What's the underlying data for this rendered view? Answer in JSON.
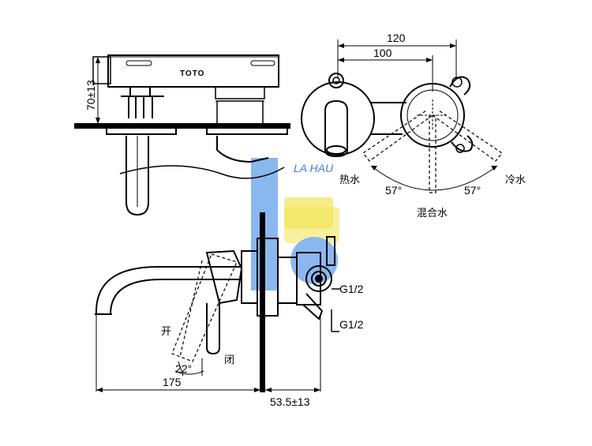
{
  "top_view": {
    "brand": "TOTO",
    "height_dim": "70±13"
  },
  "right_view": {
    "width_outer": "120",
    "width_inner": "100",
    "hot_label": "热水",
    "cold_label": "冷水",
    "mix_label": "混合水",
    "angle_left": "57°",
    "angle_right": "57°"
  },
  "side_view": {
    "open_label": "开",
    "close_label": "闭",
    "angle": "22°",
    "thread_top": "G1/2",
    "thread_bottom": "G1/2",
    "spout_length": "175",
    "wall_depth": "53.5±13"
  },
  "watermark": {
    "text": "LA HAU",
    "colors": {
      "blue": "#2a6fd6",
      "yellow": "#f2e24a"
    }
  }
}
